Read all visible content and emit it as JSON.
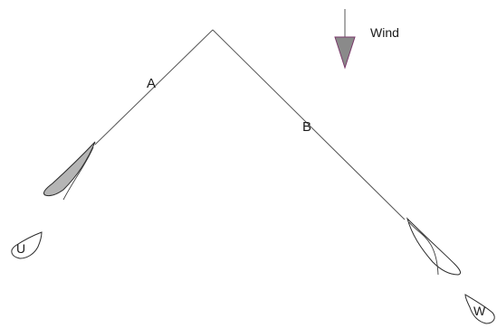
{
  "legend": {
    "wind_label": "Wind",
    "wind_arrow_color": "#8a8a8a",
    "wind_arrow_outline": "#7a3a6a"
  },
  "course_labels": {
    "port_leg": "A",
    "starboard_leg": "B"
  },
  "boats": {
    "windward_left": {
      "fill": "#b5b5b5"
    },
    "marked_u": {
      "label": "U"
    },
    "marked_w": {
      "label": "W"
    },
    "right_leg": {
      "fill": "#ffffff"
    }
  }
}
